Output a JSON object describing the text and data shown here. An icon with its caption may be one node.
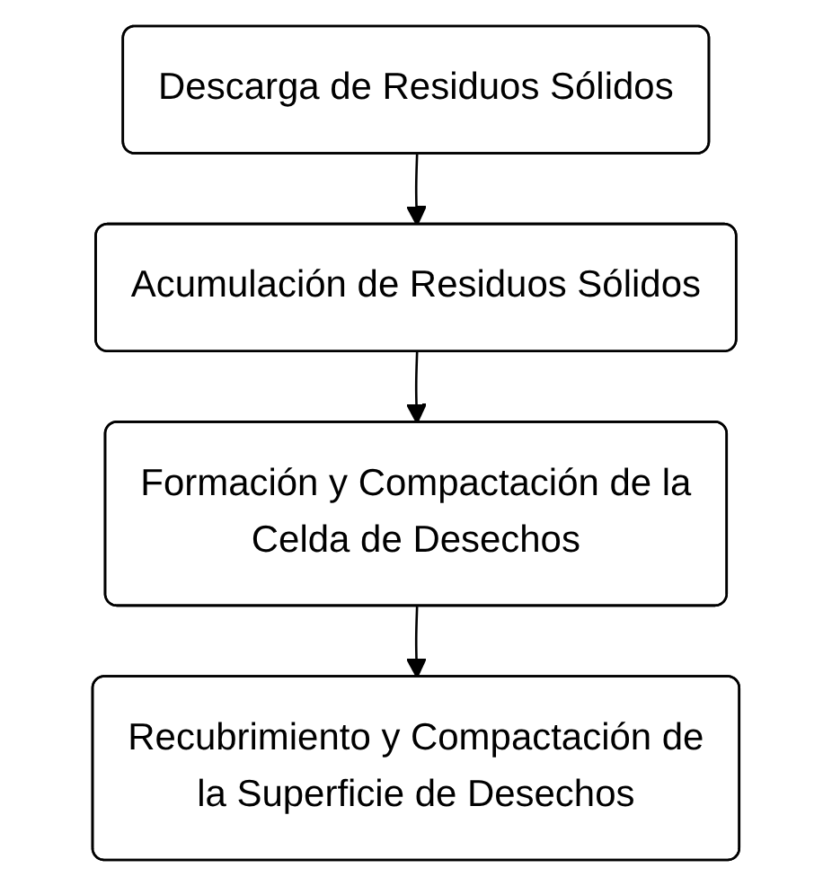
{
  "diagram": {
    "nodes": [
      {
        "text": [
          "Descarga de Residuos Sólidos"
        ]
      },
      {
        "text": [
          "Acumulación de Residuos Sólidos"
        ]
      },
      {
        "text": [
          "Formación y Compactación de la Celda de Desechos"
        ]
      },
      {
        "text": [
          "Recubrimiento y Compactación de la Superficie de Desechos"
        ]
      }
    ],
    "edges": [
      {
        "from": 0,
        "to": 1,
        "arrow": "to"
      },
      {
        "from": 1,
        "to": 2,
        "arrow": "to"
      },
      {
        "from": 2,
        "to": 3,
        "arrow": "to"
      }
    ]
  }
}
